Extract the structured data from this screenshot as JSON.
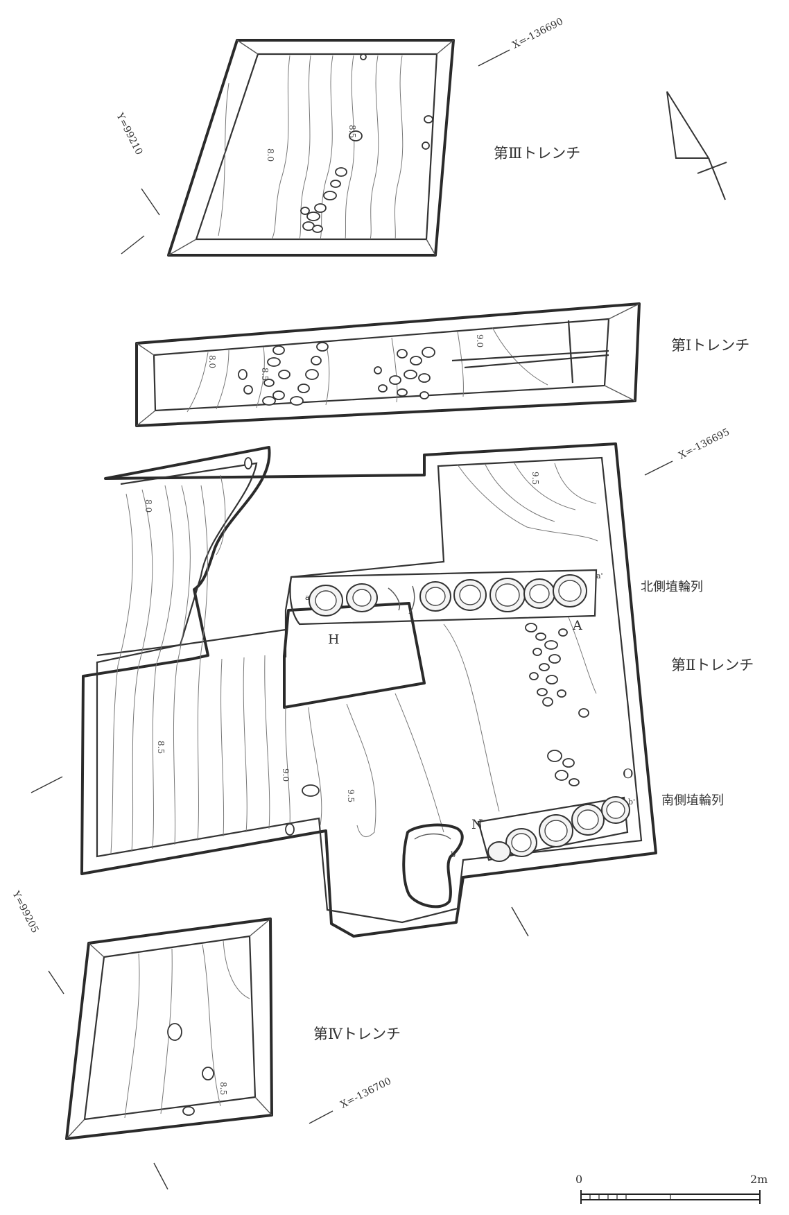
{
  "trench_labels": {
    "t3": "第Ⅲトレンチ",
    "t1": "第Ⅰトレンチ",
    "t2": "第Ⅱトレンチ",
    "t4": "第Ⅳトレンチ"
  },
  "row_labels": {
    "north": "北側埴輪列",
    "south": "南側埴輪列"
  },
  "coords": {
    "x1": "X=-136690",
    "x2": "X=-136695",
    "x3": "X=-136700",
    "y1": "Y=99210",
    "y2": "Y=99205"
  },
  "contours": {
    "t3_a": "8.5",
    "t3_b": "8.0",
    "t1_a": "8.0",
    "t1_b": "8.5",
    "t1_c": "9.0",
    "t2_a": "9.5",
    "t2_b": "8.0",
    "t2_c": "8.5",
    "t2_d": "9.0",
    "t2_e": "9.5",
    "t4_a": "8.5"
  },
  "points": {
    "H": "H",
    "A": "A",
    "N": "N",
    "O": "O",
    "a": "a",
    "a_prime": "a'",
    "b": "b",
    "b_prime": "b'"
  },
  "scale": {
    "zero": "0",
    "max": "2m"
  }
}
